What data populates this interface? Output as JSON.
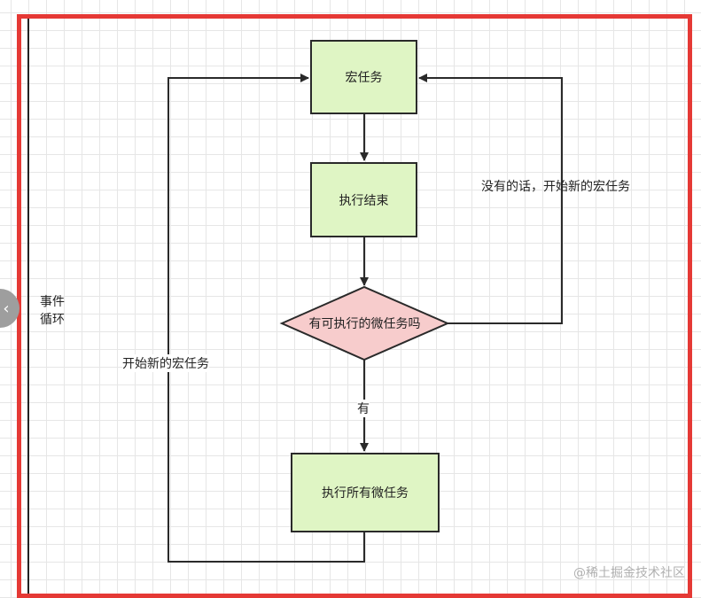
{
  "side_label": [
    "事件",
    "循环"
  ],
  "nodes": {
    "macro_task": "宏任务",
    "exec_end": "执行结束",
    "has_micro": "有可执行的微任务吗",
    "exec_micro": "执行所有微任务"
  },
  "edge_labels": {
    "no_restart": "没有的话，开始新的宏任务",
    "restart": "开始新的宏任务",
    "yes": "有"
  },
  "watermark": "@稀土掘金技术社区",
  "colors": {
    "rect_fill": "#dff5c4",
    "diamond_fill": "#f7cccc",
    "outline": "#e53935",
    "stroke": "#2a2a2a"
  },
  "icons": {
    "collapse": "chevron-left-icon"
  }
}
